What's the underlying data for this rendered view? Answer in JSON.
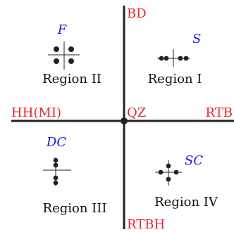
{
  "colors": {
    "axis": "#222222",
    "label": "#e8242b",
    "tag": "#1a1ae6",
    "text": "#111111"
  },
  "axes": {
    "top": "BD",
    "bottom": "RTBH",
    "left": "HH(MI)",
    "right": "RTB",
    "origin": "QZ"
  },
  "regions": [
    {
      "tag": "S",
      "name": "Region I",
      "icon": "horizontal-dotted-cross-icon"
    },
    {
      "tag": "F",
      "name": "Region II",
      "icon": "four-dot-quadrant-icon"
    },
    {
      "tag": "DC",
      "name": "Region III",
      "icon": "vertical-dotted-cross-icon"
    },
    {
      "tag": "SC",
      "name": "Region IV",
      "icon": "symmetric-dotted-cross-icon"
    }
  ]
}
